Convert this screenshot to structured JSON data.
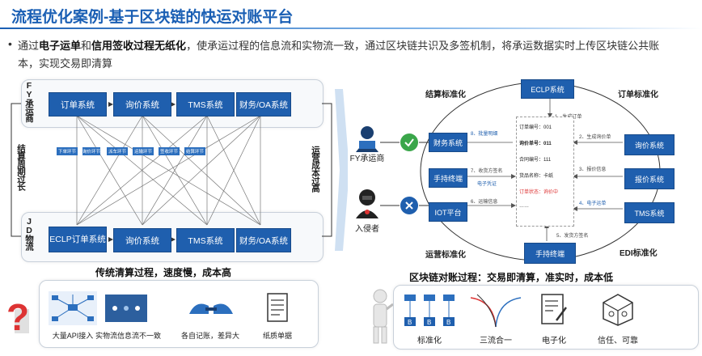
{
  "title": "流程优化案例-基于区块链的快运对账平台",
  "bullet": {
    "part1": "通过",
    "bold1": "电子运单",
    "part2": "和",
    "bold2": "信用签收过程无纸化",
    "part3": "，使承运过程的信息流和实物流一致，通过区块链共识及多签机制，将承运数据实时上传区块链公共账本，实现交易即清算"
  },
  "left": {
    "top_party": "FY承运商",
    "bottom_party": "JD物流",
    "left_label": "结算周期过长",
    "right_label": "运营成本过高",
    "top_systems": [
      "订单系统",
      "询价系统",
      "TMS系统",
      "财务/OA系统"
    ],
    "bottom_systems": [
      "ECLP订单系统",
      "询价系统",
      "TMS系统",
      "财务/OA系统"
    ],
    "mid_docs": [
      "下单环节",
      "询价环节",
      "派车环节",
      "运输环节",
      "签收环节",
      "结算环节"
    ],
    "caption": "传统清算过程，速度慢，成本高",
    "issues": [
      "大量API接入",
      "实物流信息流不一致",
      "各自记账，差异大",
      "纸质单据"
    ]
  },
  "right": {
    "fy": "FY承运商",
    "intruder": "入侵者",
    "std_settle": "结算标准化",
    "std_order": "订单标准化",
    "std_ops": "运营标准化",
    "std_edi": "EDI标准化",
    "eclp": "ECLP系统",
    "finance": "财务系统",
    "handheld1": "手持终端",
    "iot": "IOT平台",
    "inquiry": "询价系统",
    "quote": "报价系统",
    "tms": "TMS系统",
    "handheld2": "手持终端",
    "steps": {
      "s1": "1、生成订单",
      "s2": "2、生成询价单",
      "s3": "3、报价信息",
      "s4": "4、电子运单",
      "s5": "5、发货方签名",
      "s6": "6、运输信息",
      "s7": "7、收货方签名",
      "s7b": "电子凭证",
      "s8": "8、批量明细"
    },
    "doc_lines": [
      "订单编号：001",
      "询价单号：011",
      "合同编号：111",
      "货品名称：卡纸",
      "订单状态：询价中",
      "……"
    ],
    "caption": "区块链对账过程：交易即清算，准实时，成本低",
    "benefits": [
      "标准化",
      "三流合一",
      "电子化",
      "信任、可靠"
    ]
  },
  "colors": {
    "title": "#1a5fb4",
    "box": "#1f5fae",
    "green": "#3aa64a",
    "blue_circle": "#1f5fae"
  }
}
